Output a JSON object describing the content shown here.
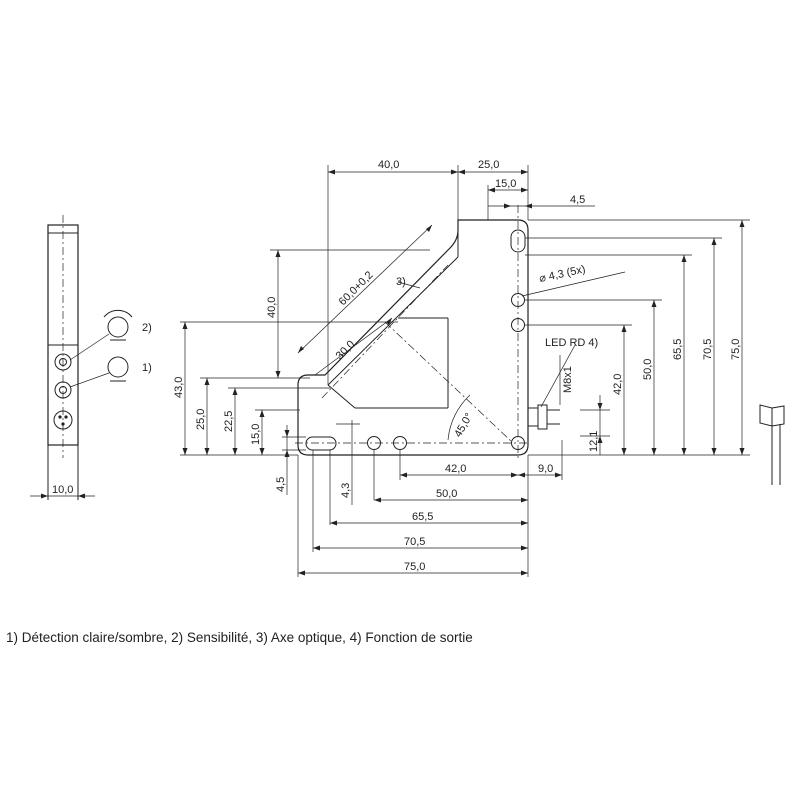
{
  "dimensions": {
    "top_40": "40,0",
    "top_25": "25,0",
    "top_15": "15,0",
    "top_4_5": "4,5",
    "right_75": "75,0",
    "right_70_5": "70,5",
    "right_65_5": "65,5",
    "right_50": "50,0",
    "right_42": "42,0",
    "right_12_1": "12,1",
    "left_43": "43,0",
    "left_40": "40,0",
    "left_25": "25,0",
    "left_22_5": "22,5",
    "left_15": "15,0",
    "left_4_5": "4,5",
    "left_4_3": "4,3",
    "bottom_42": "42,0",
    "bottom_9": "9,0",
    "bottom_50": "50,0",
    "bottom_65_5": "65,5",
    "bottom_70_5": "70,5",
    "bottom_75": "75,0",
    "diag_60": "60,0+0,2",
    "diag_30": "30,0",
    "angle_45": "45,0°",
    "side_width": "10,0"
  },
  "labels": {
    "hole_callout": "⌀ 4,3   (5x)",
    "led": "LED RD 4)",
    "connector": "M8x1",
    "note_1": "1)",
    "note_2": "2)",
    "note_3": "3)"
  },
  "caption": "1) Détection claire/sombre, 2) Sensibilité, 3) Axe optique, 4) Fonction de sortie"
}
